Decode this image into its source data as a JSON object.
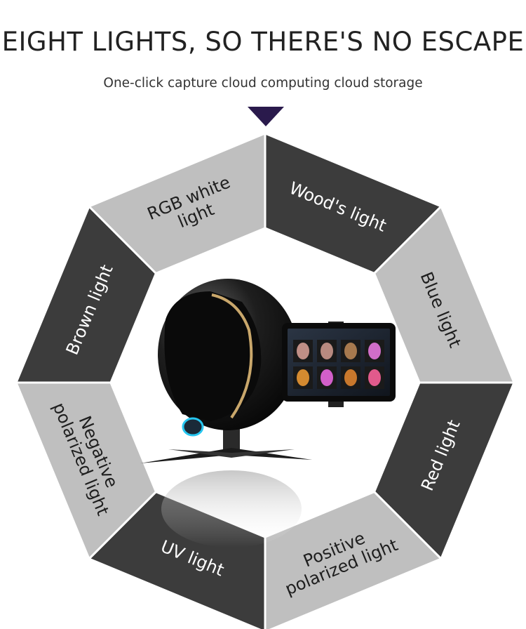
{
  "header": {
    "title": "EIGHT LIGHTS, SO THERE'S NO ESCAPE",
    "subtitle": "One-click capture cloud computing cloud storage"
  },
  "colors": {
    "segment_dark": "#3c3c3c",
    "segment_light": "#bfbfbf",
    "pointer": "#2a1a4c"
  },
  "segments": [
    {
      "lines": [
        "Wood's light"
      ],
      "style": "dark"
    },
    {
      "lines": [
        "Blue light"
      ],
      "style": "light"
    },
    {
      "lines": [
        "Red light"
      ],
      "style": "dark"
    },
    {
      "lines": [
        "Positive",
        "polarized light"
      ],
      "style": "light"
    },
    {
      "lines": [
        "UV light"
      ],
      "style": "dark"
    },
    {
      "lines": [
        "Negative",
        "polarized light"
      ],
      "style": "light"
    },
    {
      "lines": [
        "Brown light"
      ],
      "style": "dark"
    },
    {
      "lines": [
        "RGB white",
        "light"
      ],
      "style": "light"
    }
  ]
}
